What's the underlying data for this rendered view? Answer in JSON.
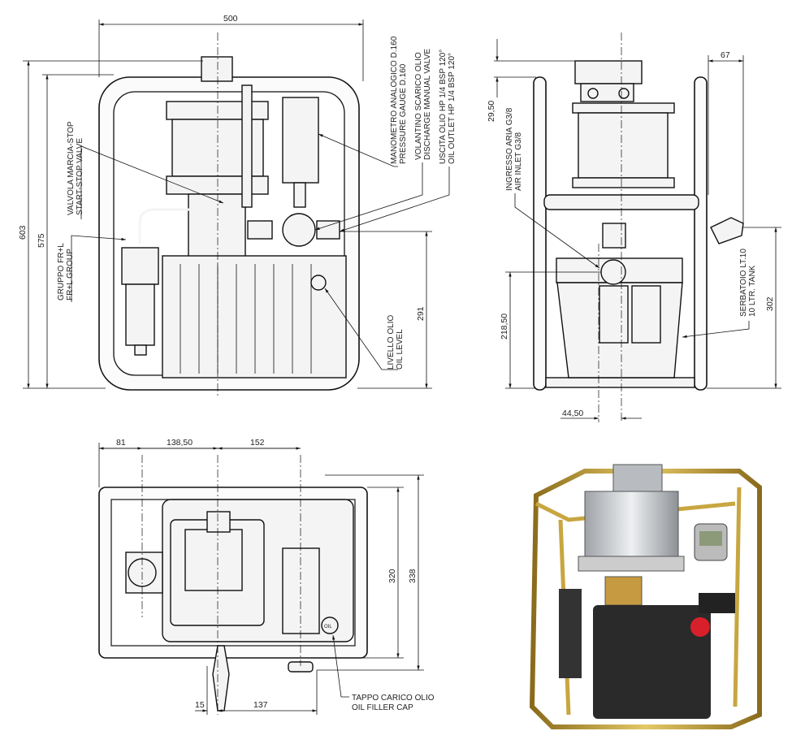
{
  "front_view": {
    "dimensions": {
      "width": "500",
      "height_total": "603",
      "height_frame": "575",
      "height_outlet": "291"
    },
    "labels": {
      "start_stop_it": "VALVOLA MARCIA-STOP",
      "start_stop_en": "START-STOP VALVE",
      "frl_it": "GRUPPO FR+L",
      "frl_en": "FR+L GROUP",
      "gauge_it": "MANOMETRO ANALOGICO D.160",
      "gauge_en": "PRESSURE GAUGE D.160",
      "discharge_it": "VOLANTINO SCARICO OLIO",
      "discharge_en": "DISCHARGE MANUAL VALVE",
      "outlet_it": "USCITA OLIO HP 1/4 BSP 120°",
      "outlet_en": "OIL OUTLET HP 1/4 BSP 120°",
      "oil_level_it": "LIVELLO OLIO",
      "oil_level_en": "OIL LEVEL"
    }
  },
  "side_view": {
    "dimensions": {
      "top_offset": "29,50",
      "handle_offset": "67",
      "tank_height": "302",
      "air_inlet_height": "218,50",
      "air_inlet_offset": "44,50"
    },
    "labels": {
      "air_inlet_it": "INGRESSO ARIA G3/8",
      "air_inlet_en": "AIR INLET G3/8",
      "tank_it": "SERBATOIO LT.10",
      "tank_en": "10 LTR. TANK"
    }
  },
  "top_view": {
    "dimensions": {
      "d1": "81",
      "d2": "138,50",
      "d3": "152",
      "depth_inner": "320",
      "depth_outer": "338",
      "d4": "15",
      "d5": "137"
    },
    "labels": {
      "filler_it": "TAPPO CARICO OLIO",
      "filler_en": "OIL FILLER CAP",
      "filler_cap_mark": "OIL"
    }
  },
  "photo": {
    "colors": {
      "frame": "#c8a640",
      "tank": "#2a2a2a",
      "cylinder": "#c9ccd0",
      "cap": "#d8202a"
    }
  }
}
